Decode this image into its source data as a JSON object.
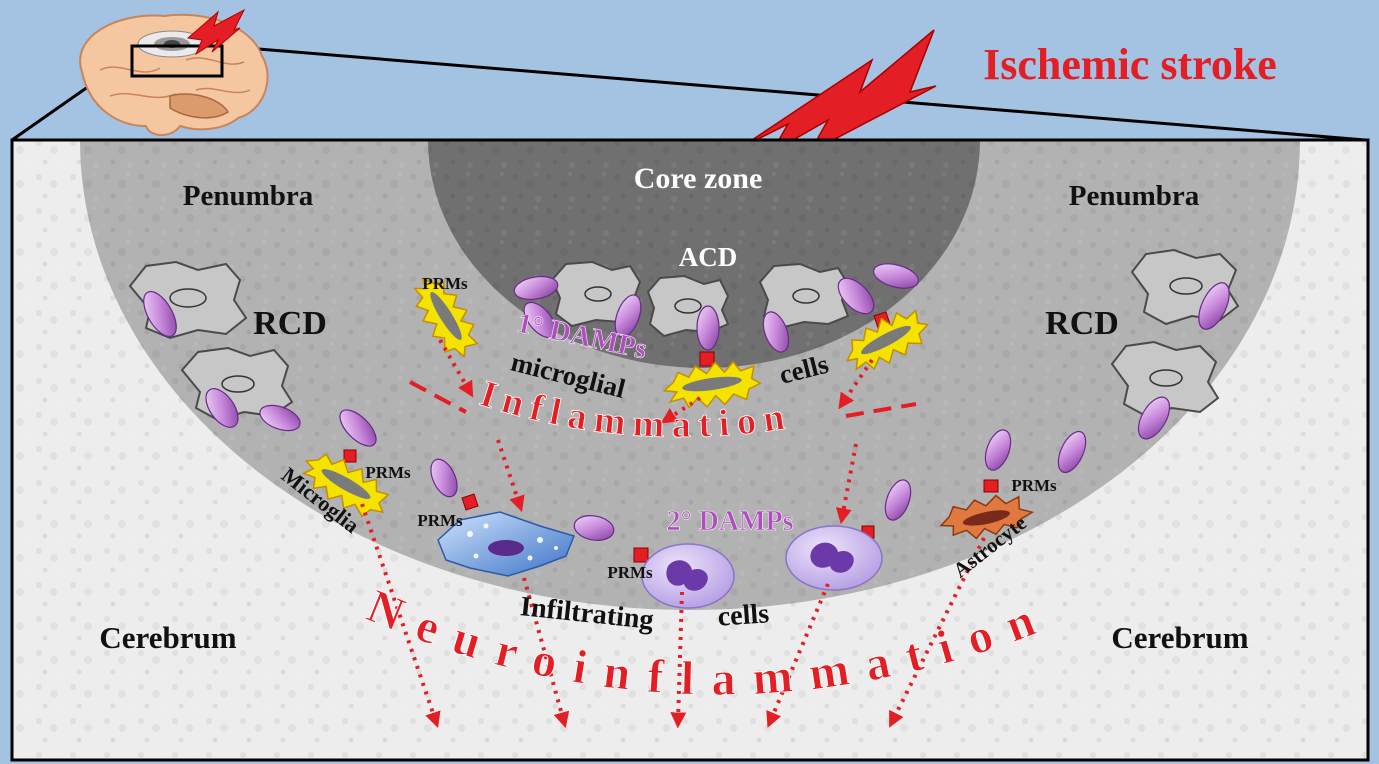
{
  "title": "Ischemic stroke",
  "zones": {
    "core": "Core zone",
    "penumbra_left": "Penumbra",
    "penumbra_right": "Penumbra",
    "cerebrum_left": "Cerebrum",
    "cerebrum_right": "Cerebrum"
  },
  "cell_death": {
    "acd": "ACD",
    "rcd_left": "RCD",
    "rcd_right": "RCD"
  },
  "damps": {
    "primary": "1° DAMPs",
    "secondary": "2° DAMPs"
  },
  "receptors": {
    "prms": "PRMs"
  },
  "labels": {
    "microglial": "microglial",
    "cells_top": "cells",
    "microglia": "Microglia",
    "astrocyte": "Astrocyte",
    "infiltrating": "Infiltrating",
    "cells_bottom": "cells"
  },
  "processes": {
    "inflammation": "Inflammation",
    "neuroinflammation": "Neuroinflammation"
  },
  "colors": {
    "background": "#a4c2e2",
    "cerebrum": "#ededed",
    "penumbra": "#b2b2b2",
    "core": "#6f6f6f",
    "accent_red": "#e31e24",
    "damp_purple": "#c08ad8",
    "microglia_yellow": "#f4e200",
    "astrocyte_orange": "#e07840",
    "infiltrating_blue": "#4a7fd0",
    "leukocyte_lilac": "#bba6e6"
  },
  "icons": {
    "brain": "brain-icon",
    "lightning": "lightning-bolt-icon"
  }
}
